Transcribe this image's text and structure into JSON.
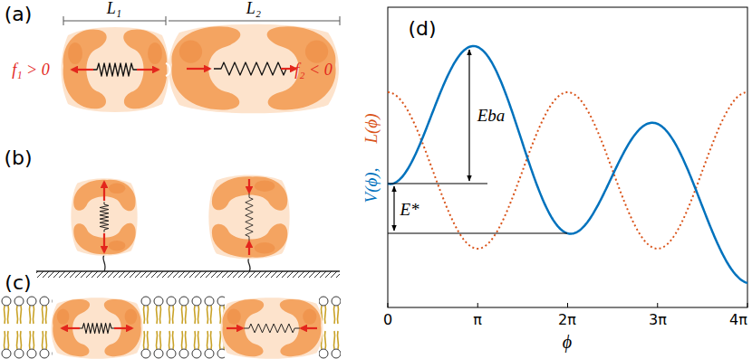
{
  "diagram": {
    "labels": [
      "(a)",
      "L₁",
      "L₂",
      "f₁ > 0",
      "f₂ < 0",
      "(b)",
      "(c)",
      "(d)",
      "V(ϕ),",
      "L(ϕ)",
      "Eba",
      "E*",
      "0",
      "π",
      "2π",
      "3π",
      "4π",
      "ϕ"
    ]
  }
}
